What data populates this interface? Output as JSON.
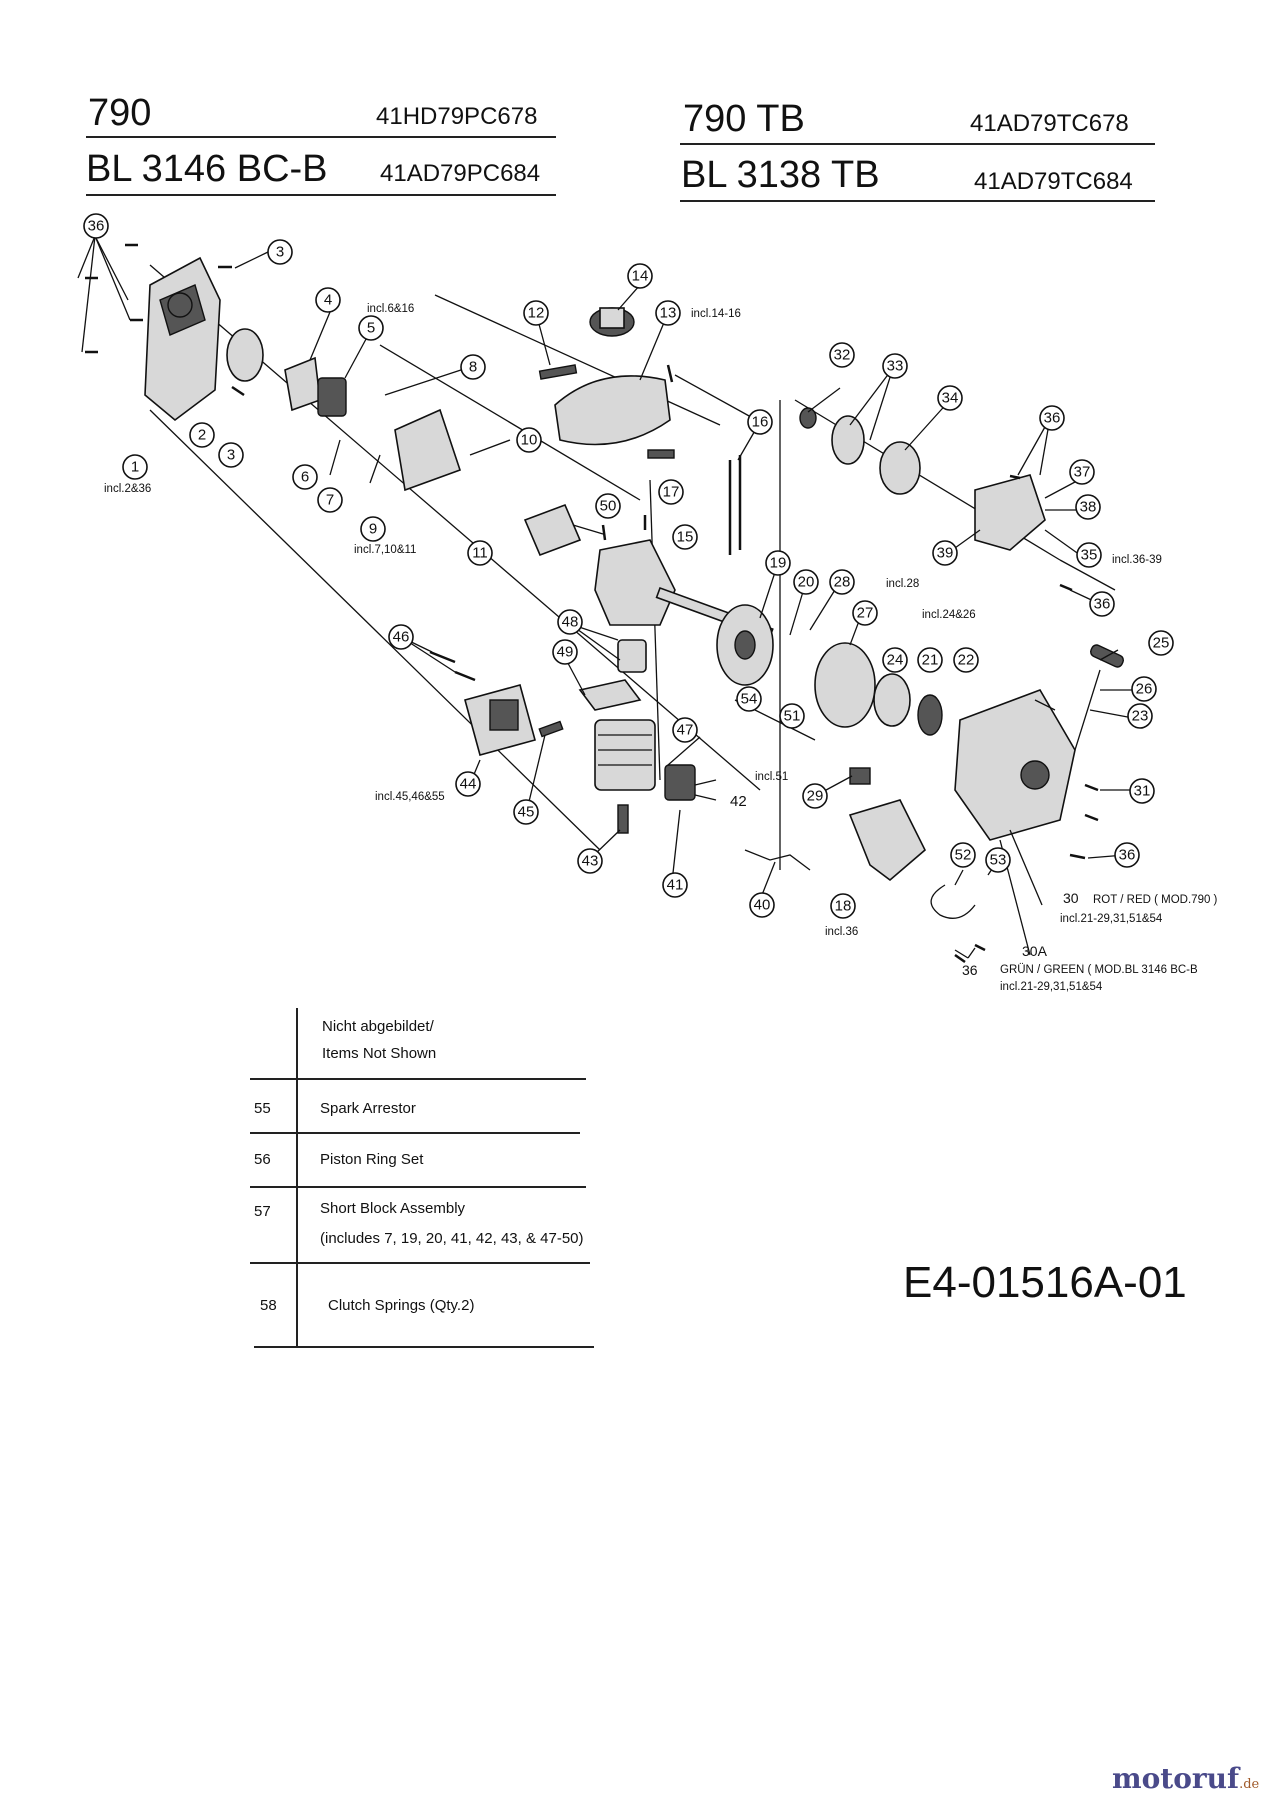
{
  "headers": {
    "left": [
      {
        "model": "790",
        "code": "41HD79PC678"
      },
      {
        "model": "BL 3146 BC-B",
        "code": "41AD79PC684"
      }
    ],
    "right": [
      {
        "model": "790 TB",
        "code": "41AD79TC678"
      },
      {
        "model": "BL 3138 TB",
        "code": "41AD79TC684"
      }
    ]
  },
  "callouts": {
    "c1": "1",
    "c2": "2",
    "c3a": "3",
    "c3b": "3",
    "c4": "4",
    "c5": "5",
    "c6": "6",
    "c7": "7",
    "c8": "8",
    "c9": "9",
    "c10": "10",
    "c11": "11",
    "c12": "12",
    "c13": "13",
    "c14": "14",
    "c15": "15",
    "c16": "16",
    "c17": "17",
    "c18": "18",
    "c19": "19",
    "c20": "20",
    "c21": "21",
    "c22": "22",
    "c23": "23",
    "c24": "24",
    "c25": "25",
    "c26": "26",
    "c27": "27",
    "c28": "28",
    "c29": "29",
    "c31": "31",
    "c32": "32",
    "c33": "33",
    "c34": "34",
    "c35": "35",
    "c36a": "36",
    "c36b": "36",
    "c36c": "36",
    "c36d": "36",
    "c37": "37",
    "c38": "38",
    "c39": "39",
    "c40": "40",
    "c41": "41",
    "c43": "43",
    "c44": "44",
    "c45": "45",
    "c46": "46",
    "c47": "47",
    "c48": "48",
    "c49": "49",
    "c50": "50",
    "c51": "51",
    "c52": "52",
    "c53": "53",
    "c54": "54"
  },
  "plain_labels": {
    "l42": "42",
    "l30": "30",
    "l30a": "30A",
    "l36": "36"
  },
  "notes": {
    "n1": "incl.2&36",
    "n5": "incl.6&16",
    "n9": "incl.7,10&11",
    "n13": "incl.14-16",
    "n28": "incl.28",
    "n27": "incl.24&26",
    "n35": "incl.36-39",
    "n51": "incl.51",
    "n44": "incl.45,46&55",
    "n18": "incl.36",
    "n30_color": "ROT / RED ( MOD.790 )",
    "n30_incl": "incl.21-29,31,51&54",
    "n30a_color": "GRÜN / GREEN ( MOD.BL 3146 BC-B",
    "n30a_incl": "incl.21-29,31,51&54"
  },
  "not_shown_table": {
    "header_de": "Nicht abgebildet/",
    "header_en": "Items Not Shown",
    "rows": [
      {
        "num": "55",
        "desc": "Spark Arrestor",
        "desc2": ""
      },
      {
        "num": "56",
        "desc": "Piston Ring Set",
        "desc2": ""
      },
      {
        "num": "57",
        "desc": "Short Block Assembly",
        "desc2": "(includes 7, 19, 20, 41, 42, 43, & 47-50)"
      },
      {
        "num": "58",
        "desc": "Clutch Springs (Qty.2)",
        "desc2": ""
      }
    ]
  },
  "document_id": "E4-01516A-01",
  "brand": {
    "name": "motoruf",
    "tld": ".de"
  }
}
